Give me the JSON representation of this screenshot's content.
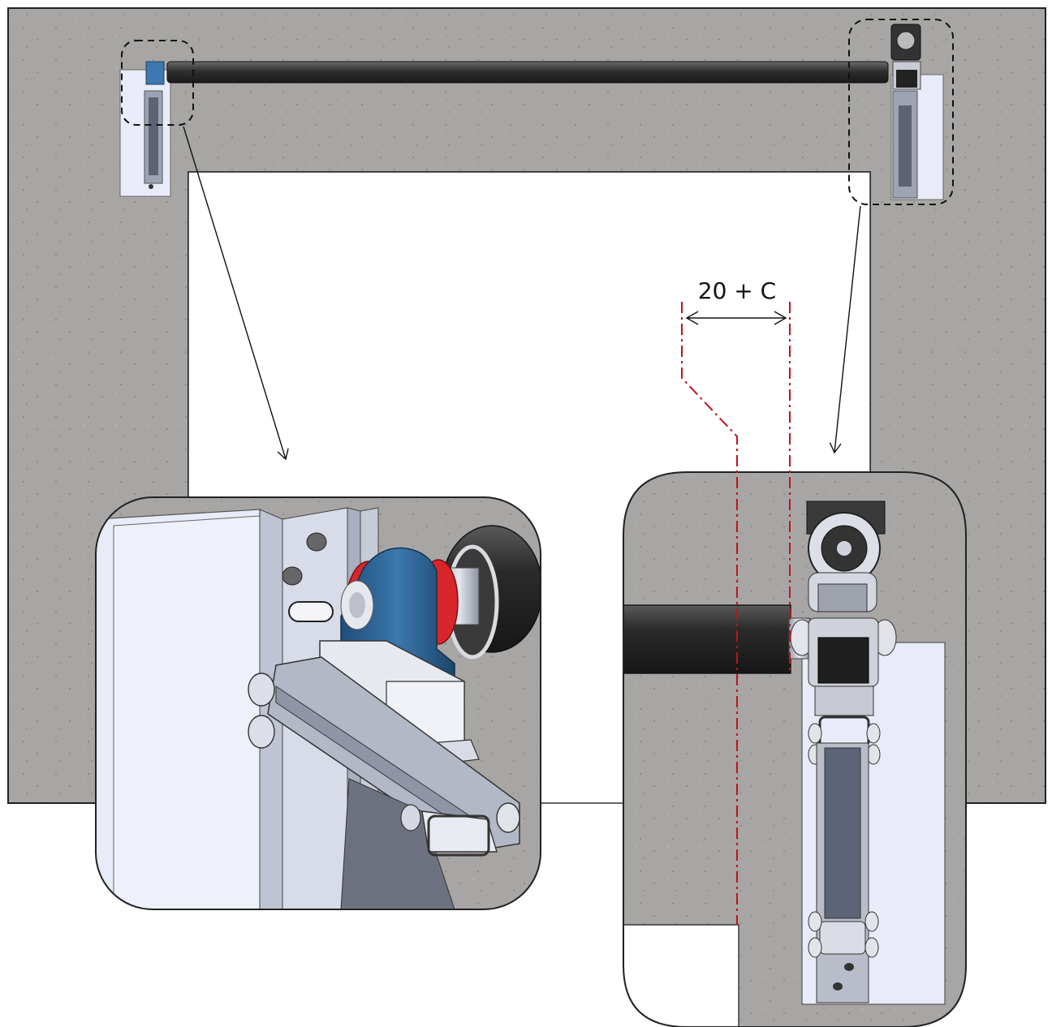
{
  "dimension": {
    "label": "20 + C"
  },
  "colors": {
    "concrete": "#a6a5a3",
    "concrete_dark": "#8f8e8c",
    "opening": "#ffffff",
    "plate": "#e8ebf7",
    "tube": "#3b3b3b",
    "bearing_blue": "#2f5f8f",
    "flange_red": "#d8262b",
    "steel": "#c9ccd6",
    "centerline_red": "#c0141b",
    "outline": "#222222"
  },
  "icons": {
    "left_callout": "magnifier-detail-bearing",
    "right_callout": "magnifier-detail-motor"
  }
}
